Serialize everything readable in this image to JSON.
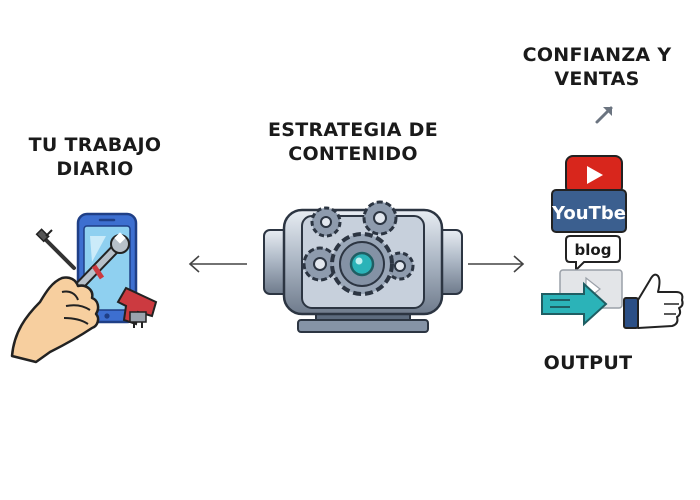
{
  "labels": {
    "left": [
      "TU TRABAJO",
      "DIARIO"
    ],
    "center": [
      "ESTRATEGIA DE",
      "CONTENIDO"
    ],
    "top_right": [
      "CONFIANZA Y",
      "VENTAS"
    ],
    "output": "OUTPUT"
  },
  "icons": {
    "youtube_wordmark": "YouTbe",
    "blog_bubble": "blog"
  },
  "colors": {
    "phone_frame": "#3d6fd0",
    "phone_screen": "#8fd0f0",
    "youtube_red": "#d8261c",
    "youtube_blue": "#3b5f8f",
    "teal": "#2bb3b8",
    "dark_blue": "#2b4f86",
    "gear_gray": "#7f8da0",
    "skin": "#f7cf9f",
    "red_part": "#cc3a40"
  }
}
